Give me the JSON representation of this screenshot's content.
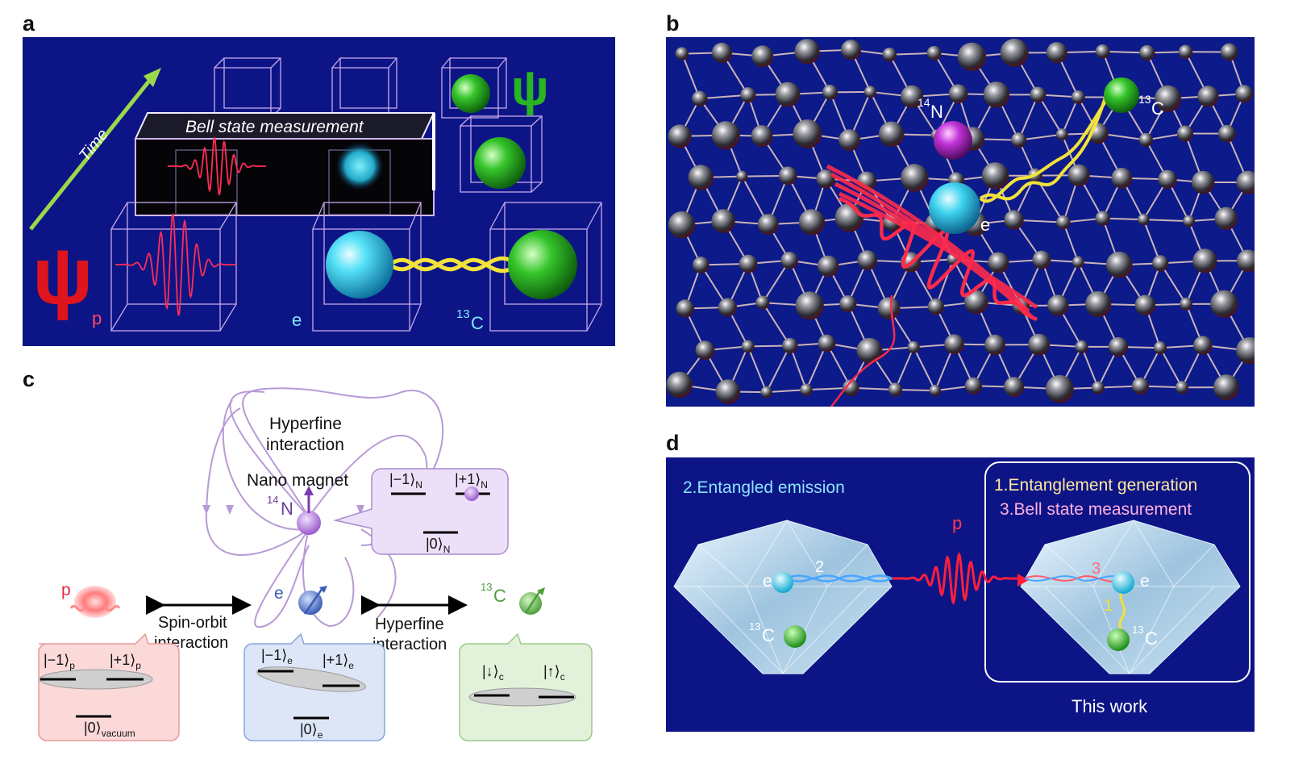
{
  "panels": {
    "a": {
      "label": "a",
      "time": "Time",
      "bell": "Bell state measurement",
      "psi_big": "ψ",
      "psi_small": "ψ",
      "p": "p",
      "e": "e",
      "c13_sup": "13",
      "c13_base": "C"
    },
    "b": {
      "label": "b",
      "n14_sup": "14",
      "n14_base": "N",
      "c13_sup": "13",
      "c13_base": "C",
      "e": "e"
    },
    "c": {
      "label": "c",
      "hyperfine_top_1": "Hyperfine",
      "hyperfine_top_2": "interaction",
      "nano_magnet": "Nano magnet",
      "n14_sup": "14",
      "n14_base": "N",
      "p": "p",
      "e": "e",
      "c13_sup": "13",
      "c13_base": "C",
      "spin_orbit_1": "Spin-orbit",
      "spin_orbit_2": "interaction",
      "hyperfine_right_1": "Hyperfine",
      "hyperfine_right_2": "interaction",
      "n_minus1": "|−1⟩",
      "n_plus1": "|+1⟩",
      "n_zero": "|0⟩",
      "n_sub": "N",
      "p_minus1": "|−1⟩",
      "p_plus1": "|+1⟩",
      "p_sub": "p",
      "p_zero": "|0⟩",
      "p_zero_sub": "vacuum",
      "e_minus1": "|−1⟩",
      "e_plus1": "|+1⟩",
      "e_zero": "|0⟩",
      "e_sub": "e",
      "c_down": "|↓⟩",
      "c_up": "|↑⟩",
      "c_sub": "c"
    },
    "d": {
      "label": "d",
      "entangled_emission": "2.Entangled emission",
      "entanglement_generation": "1.Entanglement generation",
      "bell_state": "3.Bell state measurement",
      "p": "p",
      "e_left": "e",
      "num2": "2",
      "c13_sup": "13",
      "c13_base": "C",
      "num3": "3",
      "num1": "1",
      "e_right": "e",
      "this_work": "This work"
    }
  },
  "colors": {
    "navy": "#0d1586",
    "red": "#ff2a55",
    "cyan": "#38d6f2",
    "green": "#2bb52b",
    "yellow": "#f2e23a",
    "purple": "#a775d8",
    "lavender_box": "#ece0f8",
    "pink_box": "#fbd9d9",
    "blue_box": "#dde6f7",
    "green_box": "#e2f2da"
  }
}
